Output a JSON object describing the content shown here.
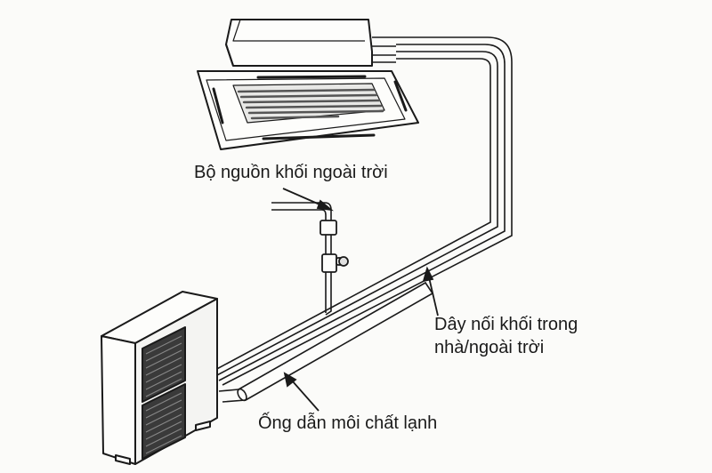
{
  "labels": {
    "power_supply": "Bộ nguồn khối ngoài trời",
    "connection_cable_line1": "Dây nối khối trong",
    "connection_cable_line2": "nhà/ngoài trời",
    "refrigerant_pipe": "Ống dẫn môi chất lạnh"
  },
  "colors": {
    "background": "#fbfbf9",
    "ink": "#1a1a1a",
    "grille": "#555555"
  }
}
